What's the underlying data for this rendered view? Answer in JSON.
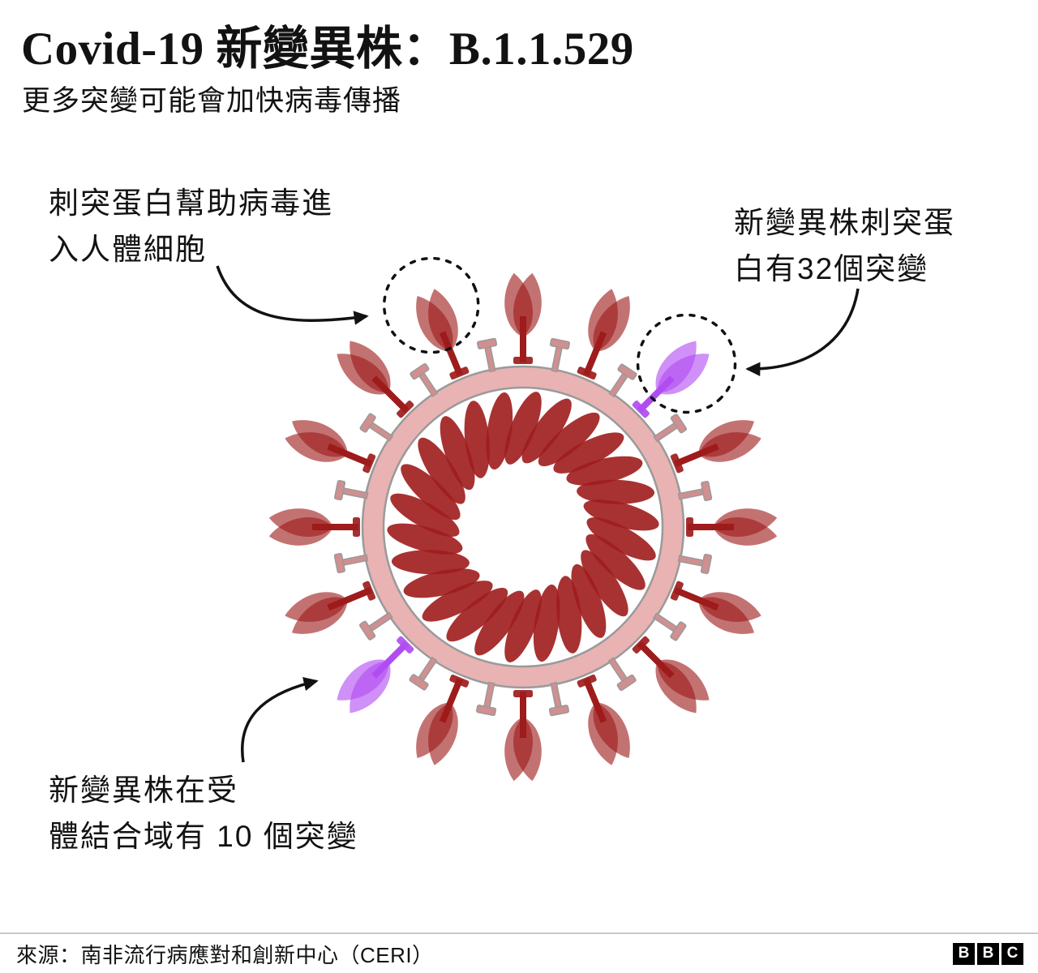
{
  "header": {
    "title": "Covid-19 新變異株：B.1.1.529",
    "subtitle": "更多突變可能會加快病毒傳播"
  },
  "annotations": {
    "spike_protein": {
      "line1": "刺突蛋白幫助病毒進",
      "line2": "入人體細胞"
    },
    "variant_spike": {
      "line1": "新變異株刺突蛋",
      "line2": "白有32個突變"
    },
    "receptor_binding": {
      "line1": "新變異株在受",
      "line2": "體結合域有 10 個突變"
    }
  },
  "footer": {
    "source": "來源：南非流行病應對和創新中心（CERI）",
    "logo_letters": [
      "B",
      "B",
      "C"
    ]
  },
  "colors": {
    "spike_red": "#9e1c1c",
    "mutant_purple": "#b14cf2",
    "membrane_pink": "#e9b3b3",
    "membrane_edge": "#9a9a9a",
    "peg_pink": "#d18f8f",
    "ink": "#121212",
    "divider": "#c8c8c8"
  },
  "illustration": {
    "subject": "coronavirus-particle-with-spike-proteins",
    "mutant_spike_color_name": "purple",
    "normal_spike_color_name": "dark-red"
  }
}
